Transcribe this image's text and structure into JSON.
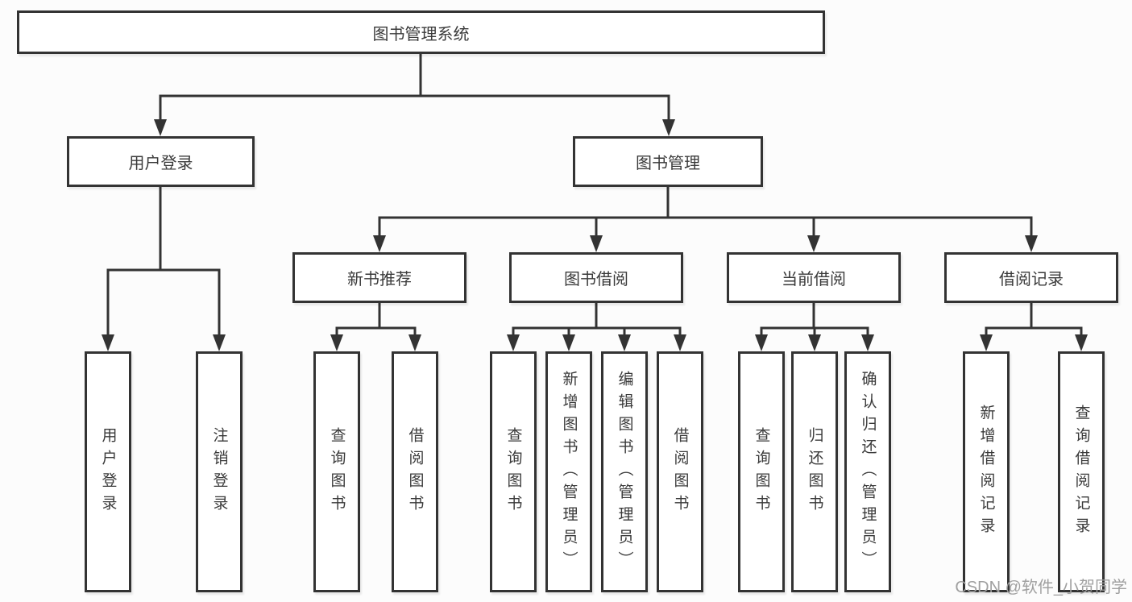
{
  "diagram": {
    "title_node": "图书管理系统",
    "root": {
      "label": "图书管理系统"
    },
    "branches": [
      {
        "label": "用户登录",
        "children": [
          {
            "label": "用户登录"
          },
          {
            "label": "注销登录"
          }
        ]
      },
      {
        "label": "图书管理",
        "children": [
          {
            "label": "新书推荐",
            "children": [
              {
                "label": "查询图书"
              },
              {
                "label": "借阅图书"
              }
            ]
          },
          {
            "label": "图书借阅",
            "children": [
              {
                "label": "查询图书"
              },
              {
                "label": "新增图书（管理员）"
              },
              {
                "label": "编辑图书（管理员）"
              },
              {
                "label": "借阅图书"
              }
            ]
          },
          {
            "label": "当前借阅",
            "children": [
              {
                "label": "查询图书"
              },
              {
                "label": "归还图书"
              },
              {
                "label": "确认归还（管理员）"
              }
            ]
          },
          {
            "label": "借阅记录",
            "children": [
              {
                "label": "新增借阅记录"
              },
              {
                "label": "查询借阅记录"
              }
            ]
          }
        ]
      }
    ]
  },
  "watermark": {
    "text": "CSDN @软件_小贺同学"
  },
  "colors": {
    "line": "#333333",
    "text": "#3a3a3a",
    "node_fill": "#ffffff",
    "background": "#fcfcfc",
    "watermark": "#a0a0a0"
  }
}
